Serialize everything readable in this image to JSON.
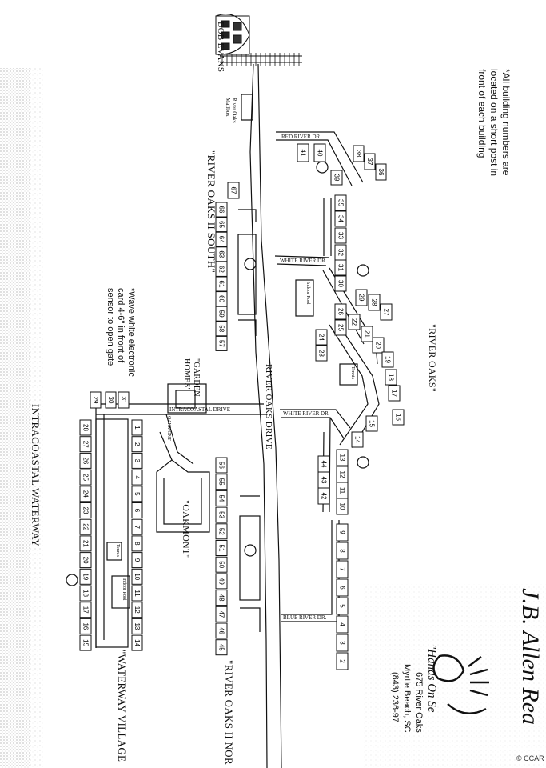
{
  "labels": {
    "landmark": "BOB EVANS",
    "mailbox": "River Oaks Mailbox",
    "note_numbers": "*All building numbers are located on a short post in front of each building",
    "note_card": "*Wave white electronic card 4-6\" in front of sensor to open gate",
    "river_oaks": "\"RIVER OAKS\"",
    "ro2_south": "\"RIVER OAKS II SOUTH\"",
    "ro2_north": "\"RIVER OAKS II NOR",
    "garden_homes": "\"GARDEN HOMES\"",
    "oakmont": "\"OAKMONT\"",
    "waterway_village": "\"WATERWAY VILLAGE",
    "intracoastal": "INTRACOASTAL WATERWAY",
    "river_oaks_drive": "RIVER OAKS DRIVE",
    "red_river": "RED RIVER DR.",
    "white_river_1": "WHITE RIVER DR.",
    "white_river_2": "WHITE RIVER DR.",
    "blue_river": "BLUE RIVER DR.",
    "intracoastal_drive": "INTRACOASTAL DRIVE",
    "oakmont_rd": "OAKMONT",
    "indoor_pool": "Indoor Pool",
    "tennis": "Tennis",
    "indoor_pool_2": "Indoor Pool",
    "tennis_2": "Tennis"
  },
  "company": {
    "name": "J.B. Allen Rea",
    "slogan": "\"Hands On Se",
    "address": "675 River Oaks",
    "city": "Myrtle Beach, SC",
    "phone": "(843) 236-97"
  },
  "watermark": "© CCAR",
  "buildings": {
    "red_river": [
      "41",
      "40",
      "39",
      "38",
      "37",
      "36"
    ],
    "col_35_23": [
      "35",
      "34",
      "33",
      "32",
      "31",
      "30",
      "26",
      "25",
      "24",
      "23"
    ],
    "diag_29_27": [
      "29",
      "28",
      "27"
    ],
    "diag_22_14": [
      "22",
      "21",
      "20",
      "19",
      "18",
      "17",
      "16",
      "15",
      "14"
    ],
    "col_44_42": [
      "44",
      "43",
      "42"
    ],
    "col_13_10": [
      "13",
      "12",
      "11",
      "10"
    ],
    "east_9_2": [
      "9",
      "8",
      "7",
      "6",
      "5",
      "4",
      "3",
      "2"
    ],
    "ro2s_top": [
      "67"
    ],
    "ro2s_row": [
      "66",
      "65",
      "64",
      "63",
      "62",
      "61",
      "60",
      "59",
      "58",
      "57"
    ],
    "ro2n_row": [
      "56",
      "55",
      "54",
      "53",
      "52",
      "51",
      "50",
      "49",
      "48",
      "47",
      "46",
      "45"
    ],
    "gh": [
      "29",
      "30",
      "31"
    ],
    "wv_inner": [
      "1",
      "2",
      "3",
      "4",
      "5",
      "6",
      "7",
      "8",
      "9",
      "10",
      "11",
      "12",
      "13",
      "14"
    ],
    "wv_outer": [
      "28",
      "27",
      "26",
      "25",
      "24",
      "23",
      "22",
      "21",
      "20",
      "19",
      "18",
      "17",
      "16",
      "15"
    ]
  }
}
